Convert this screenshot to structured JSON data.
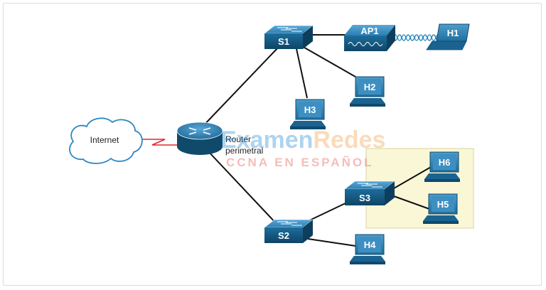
{
  "watermark": {
    "brand_part1": "Examen",
    "brand_part2": "Redes",
    "tagline": "CCNA EN ESPAÑOL"
  },
  "devices": {
    "internet": "Internet",
    "router": {
      "line1": "Router",
      "line2": "perimetral"
    },
    "s1": "S1",
    "s2": "S2",
    "s3": "S3",
    "ap1": "AP1",
    "h1": "H1",
    "h2": "H2",
    "h3": "H3",
    "h4": "H4",
    "h5": "H5",
    "h6": "H6"
  },
  "colors": {
    "device_blue": "#1f6f9e",
    "device_dark": "#0f4a6b",
    "link": "#111111",
    "wan_link": "#e0262b",
    "wireless": "#3aa6d8",
    "cloud_stroke": "#2e86c1",
    "zone_fill": "#faf7d6",
    "watermark_blue": "#2b8fd6",
    "watermark_orange": "#f2a24b",
    "watermark_red": "#e6524a"
  }
}
